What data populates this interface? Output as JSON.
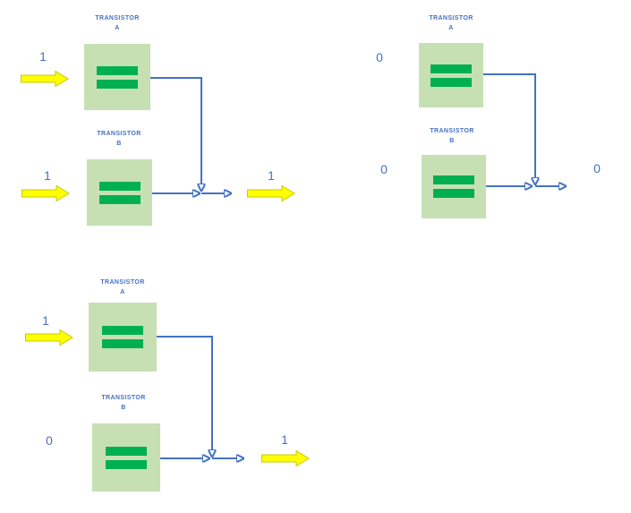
{
  "colors": {
    "wire_blue": "#4472C4",
    "label_blue": "#4472C4",
    "box_fill_green": "#C6E0B4",
    "contact_bar_green": "#00B050",
    "signal_arrow_fill_yellow": "#FFFF00",
    "signal_arrow_outline_yellow": "#C9C900"
  },
  "icons": {
    "signal_arrow": "block-arrow-right-icon",
    "wire_arrowhead": "triangle-arrowhead-icon"
  },
  "groups": [
    {
      "transistor_a": {
        "title": "TRANSISTOR",
        "letter": "A"
      },
      "transistor_b": {
        "title": "TRANSISTOR",
        "letter": "B"
      },
      "input_a": "1",
      "input_b": "1",
      "output": "1"
    },
    {
      "transistor_a": {
        "title": "TRANSISTOR",
        "letter": "A"
      },
      "transistor_b": {
        "title": "TRANSISTOR",
        "letter": "B"
      },
      "input_a": "0",
      "input_b": "0",
      "output": "0"
    },
    {
      "transistor_a": {
        "title": "TRANSISTOR",
        "letter": "A"
      },
      "transistor_b": {
        "title": "TRANSISTOR",
        "letter": "B"
      },
      "input_a": "1",
      "input_b": "0",
      "output": "1"
    }
  ]
}
